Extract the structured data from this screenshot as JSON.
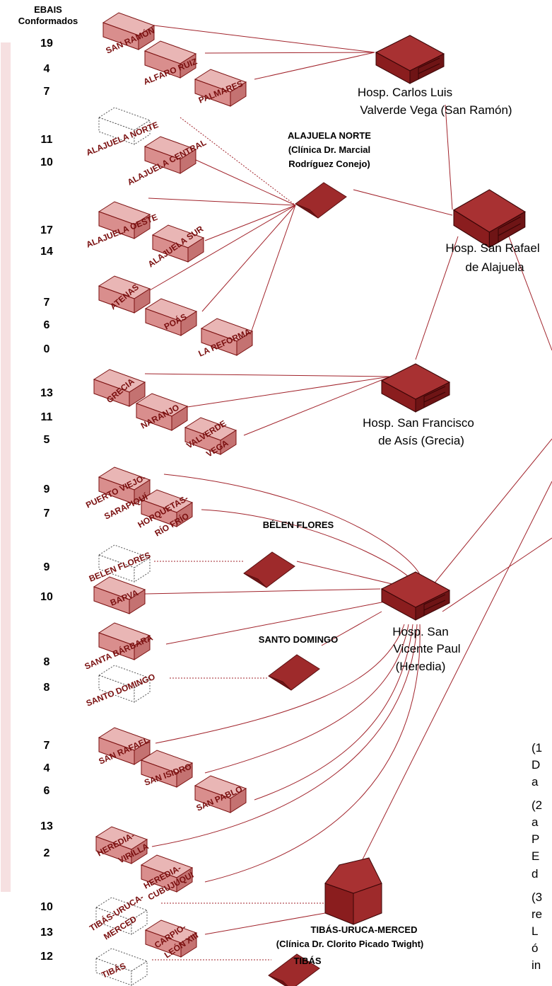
{
  "header": {
    "line1": "EBAIS",
    "line2": "Conformados"
  },
  "counts": [
    "19",
    "4",
    "7",
    "11",
    "10",
    "17",
    "14",
    "7",
    "6",
    "0",
    "13",
    "11",
    "5",
    "9",
    "7",
    "9",
    "10",
    "8",
    "8",
    "7",
    "4",
    "6",
    "13",
    "2",
    "10",
    "13",
    "12"
  ],
  "areas": {
    "san_ramon": "SAN RAMÓN",
    "alfaro_ruiz": "ALFARO RUIZ",
    "palmares": "PALMARES",
    "alajuela_norte": "ALAJUELA NORTE",
    "alajuela_central": "ALAJUELA CENTRAL",
    "alajuela_oeste": "ALAJUELA OESTE",
    "alajuela_sur": "ALAJUELA SUR",
    "atenas": "ATENAS",
    "poas": "POÁS",
    "la_reforma": "LA REFORMA",
    "grecia": "GRECIA",
    "naranjo": "NARANJO",
    "valverde_1": "VALVERDE",
    "valverde_2": "VEGA",
    "pvs_1": "PUERTO VIEJO-",
    "pvs_2": "SARAPIQUÍ",
    "hrf_1": "HORQUETAS-",
    "hrf_2": "RÍO FRÍO",
    "belen_flores": "BELEN FLORES",
    "barva": "BARVA",
    "santa_barbara": "SANTA BÁRBARA",
    "santo_domingo": "SANTO DOMINGO",
    "san_rafael": "SAN RAFAEL",
    "san_isidro": "SAN ISIDRO",
    "san_pablo": "SAN PABLO",
    "hv_1": "HEREDIA-",
    "hv_2": "VIRILLA",
    "hc_1": "HEREDIA-",
    "hc_2": "CUBUJUQUÍ",
    "tum_1": "TIBÁS-URUCA-",
    "tum_2": "MERCED",
    "cl_1": "CARPIO-",
    "cl_2": "LEÓN XIII",
    "tibas": "TIBÁS"
  },
  "hospitals": {
    "carlos_luis_1": "Hosp. Carlos Luis",
    "carlos_luis_2": "Valverde Vega (San Ramón)",
    "san_rafael_1": "Hosp. San Rafael",
    "san_rafael_2": "de Alajuela",
    "san_francisco_1": "Hosp. San Francisco",
    "san_francisco_2": "de Asís (Grecia)",
    "san_vicente_1": "Hosp. San",
    "san_vicente_2": "Vicente Paul",
    "san_vicente_3": "(Heredia)"
  },
  "clinics": {
    "alajuela_norte_1": "ALAJUELA NORTE",
    "alajuela_norte_2": "(Clínica Dr. Marcial",
    "alajuela_norte_3": "Rodríguez Conejo)",
    "belen_flores": "BÉLEN FLORES",
    "santo_domingo": "SANTO DOMINGO",
    "tibas_uruca_1": "TIBÁS-URUCA-MERCED",
    "tibas_uruca_2": "(Clínica Dr. Clorito Picado Twight)",
    "tibas": "TIBÁS"
  },
  "side_notes": [
    "(1",
    "D",
    "a",
    "(2",
    "a",
    "P",
    "E",
    "d",
    "(3",
    "re",
    "L",
    "ó",
    "in"
  ],
  "colors": {
    "area_fill": "#d99594",
    "hospital_fill": "#9e2a2b",
    "line": "#a1232b",
    "side_border": "#e8a8ac"
  }
}
